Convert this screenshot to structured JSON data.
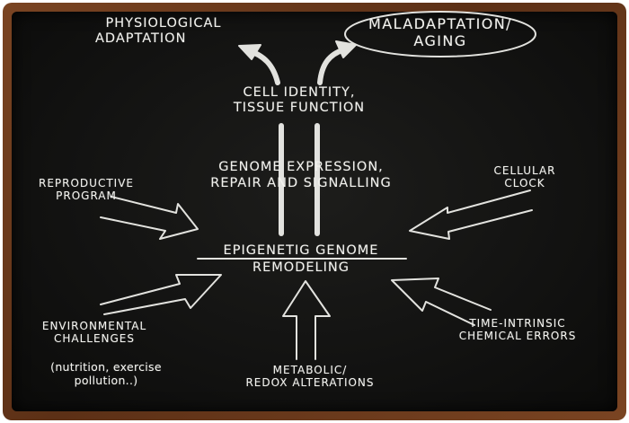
{
  "nodes": {
    "physiological": [
      "PHYSIOLOGICAL",
      "ADAPTATION"
    ],
    "maladaptation": [
      "MALADAPTATION/",
      "AGING"
    ],
    "cell_identity": [
      "CELL IDENTITY,",
      "TISSUE FUNCTION"
    ],
    "genome_expression": [
      "GENOME EXPRESSION,",
      "REPAIR AND SIGNALLING"
    ],
    "epigenetic": [
      "EPIGENETIG GENOME",
      "REMODELING"
    ],
    "reproductive": [
      "REPRODUCTIVE",
      "PROGRAM"
    ],
    "cellular_clock": [
      "CELLULAR",
      "CLOCK"
    ],
    "environmental": [
      "ENVIRONMENTAL",
      "CHALLENGES"
    ],
    "environmental_note": [
      "(nutrition, exercise",
      "pollution..)"
    ],
    "metabolic": [
      "METABOLIC/",
      "REDOX ALTERATIONS"
    ],
    "time_intrinsic": [
      "TIME-INTRINSIC",
      "CHEMICAL ERRORS"
    ]
  },
  "colors": {
    "chalk": "#f2f2ee",
    "board": "#141413",
    "frame": "#6b3a1c"
  }
}
